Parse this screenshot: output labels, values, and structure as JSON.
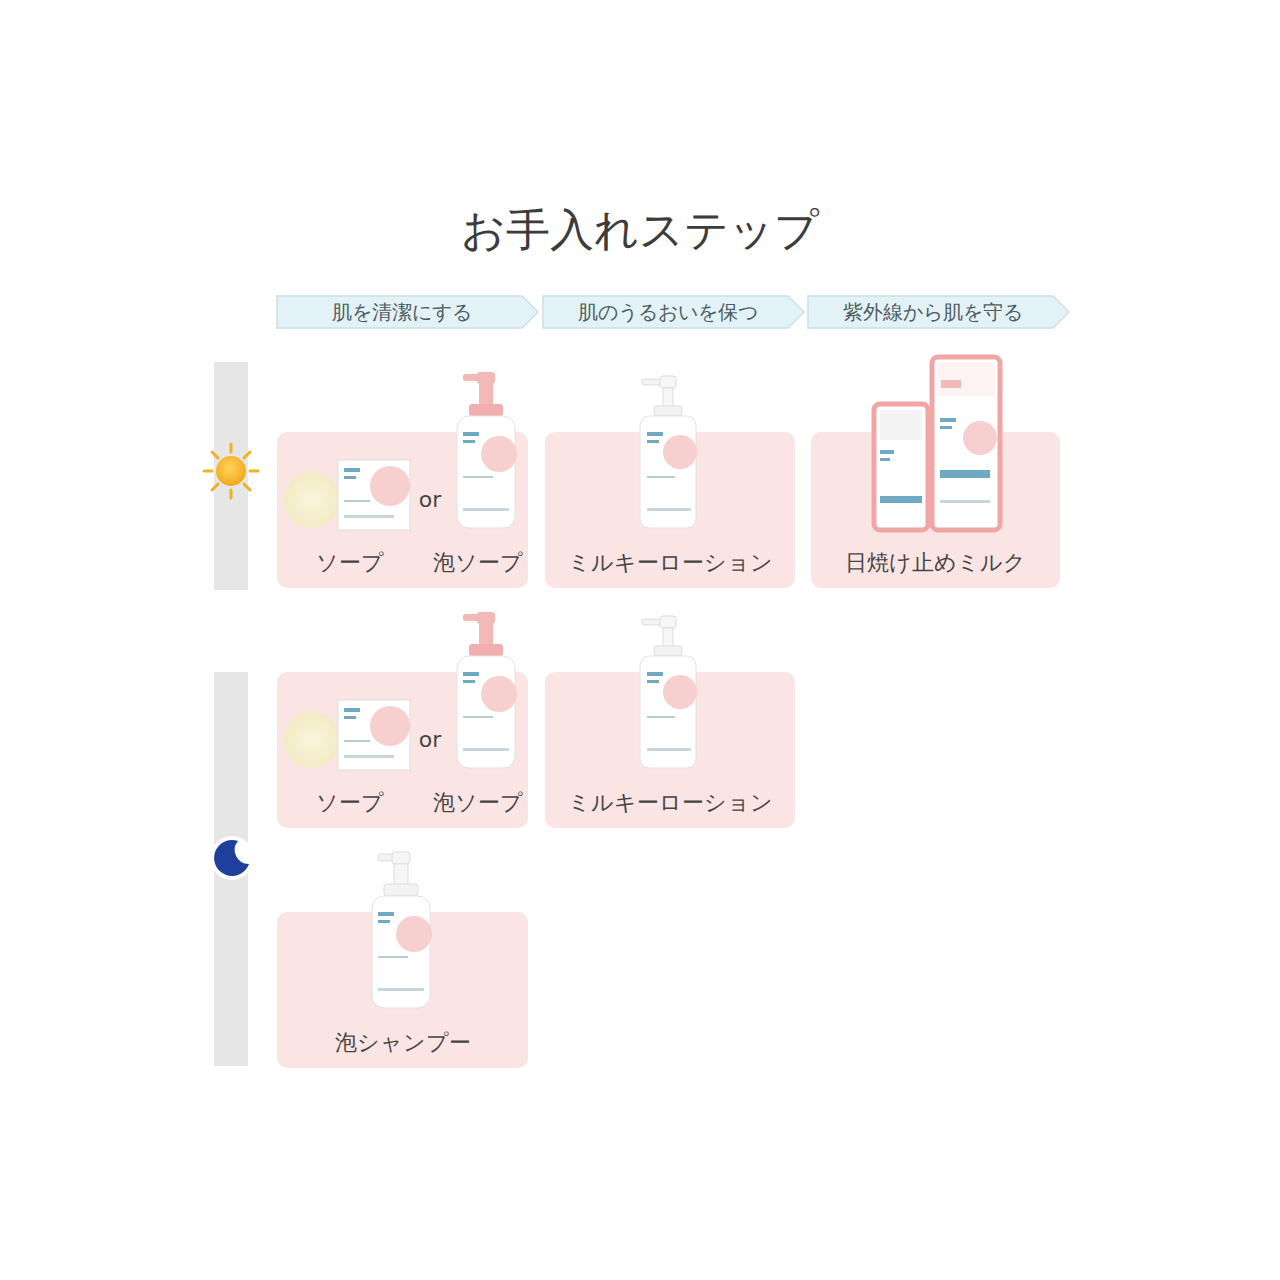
{
  "diagram": {
    "title": "お手入れステップ",
    "nodes": [
      {
        "text": [
          "肌を清潔にする"
        ]
      },
      {
        "text": [
          "肌のうるおいを保つ"
        ]
      },
      {
        "text": [
          "紫外線から肌を守る"
        ]
      },
      {
        "text": [
          "ソープ",
          "or",
          "泡ソープ"
        ]
      },
      {
        "text": [
          "ミルキーローション"
        ]
      },
      {
        "text": [
          "日焼け止めミルク"
        ]
      },
      {
        "text": [
          "ソープ",
          "or",
          "泡ソープ"
        ]
      },
      {
        "text": [
          "ミルキーローション"
        ]
      },
      {
        "text": [
          "泡シャンプー"
        ]
      }
    ]
  }
}
